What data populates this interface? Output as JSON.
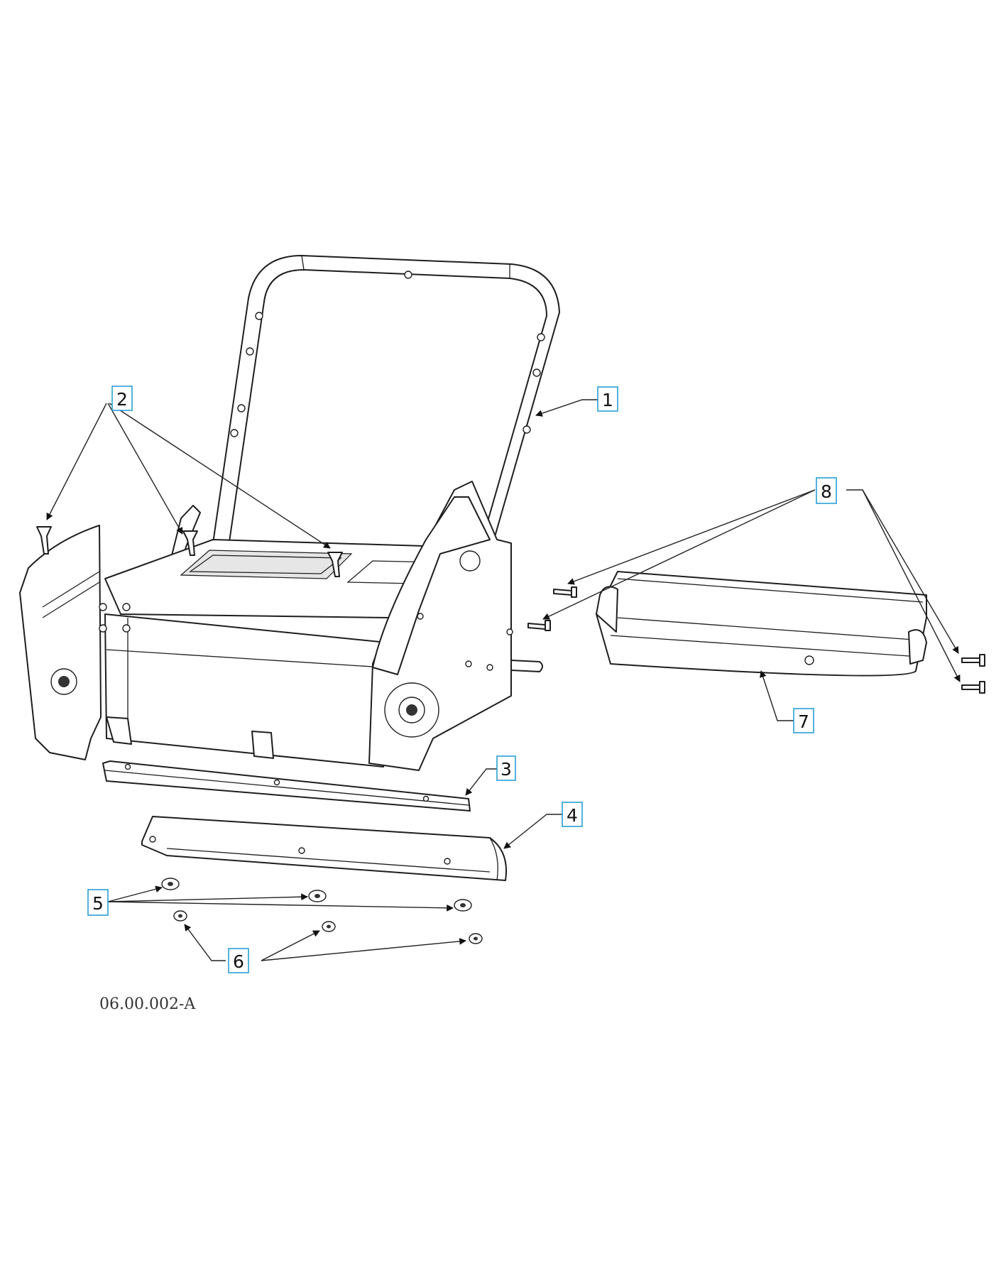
{
  "drawing_number": "06.00.002-A",
  "callouts": [
    {
      "id": "1",
      "label": "1"
    },
    {
      "id": "2",
      "label": "2"
    },
    {
      "id": "3",
      "label": "3"
    },
    {
      "id": "4",
      "label": "4"
    },
    {
      "id": "5",
      "label": "5"
    },
    {
      "id": "6",
      "label": "6"
    },
    {
      "id": "7",
      "label": "7"
    },
    {
      "id": "8",
      "label": "8"
    }
  ],
  "colors": {
    "callout_border": "#2a9fd6",
    "line": "#1e1e1e",
    "background": "#ffffff"
  }
}
